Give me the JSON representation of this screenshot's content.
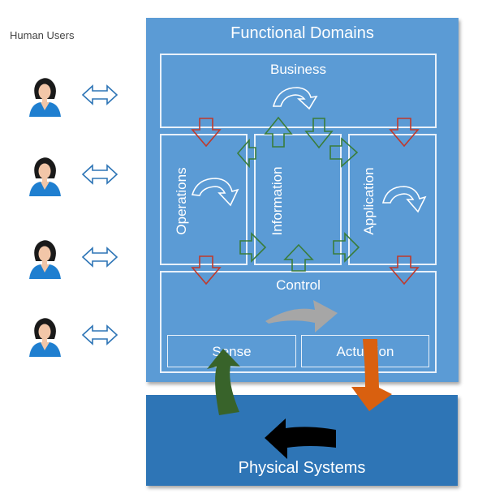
{
  "human_users": {
    "label": "Human Users",
    "count": 4
  },
  "functional_domains": {
    "title": "Functional Domains",
    "business": "Business",
    "operations": "Operations",
    "information": "Information",
    "application": "Application",
    "control": "Control",
    "sense": "Sense",
    "actuation": "Actuation"
  },
  "physical_systems": {
    "label": "Physical Systems"
  },
  "colors": {
    "domain_panel": "#5b9bd5",
    "physical_panel": "#2e75b6",
    "down_arrow_outline": "#c0392b",
    "green_arrow_outline": "#3a7d3a",
    "sense_arrow": "#38632a",
    "actuation_arrow": "#d9600f",
    "control_arrow": "#a6a6a6",
    "physical_arrow": "#000000",
    "user_arrow_outline": "#2e75b6"
  },
  "icons": {
    "user": "person-icon",
    "user_link": "double-arrow-icon",
    "cycle": "curved-arrow-icon"
  }
}
